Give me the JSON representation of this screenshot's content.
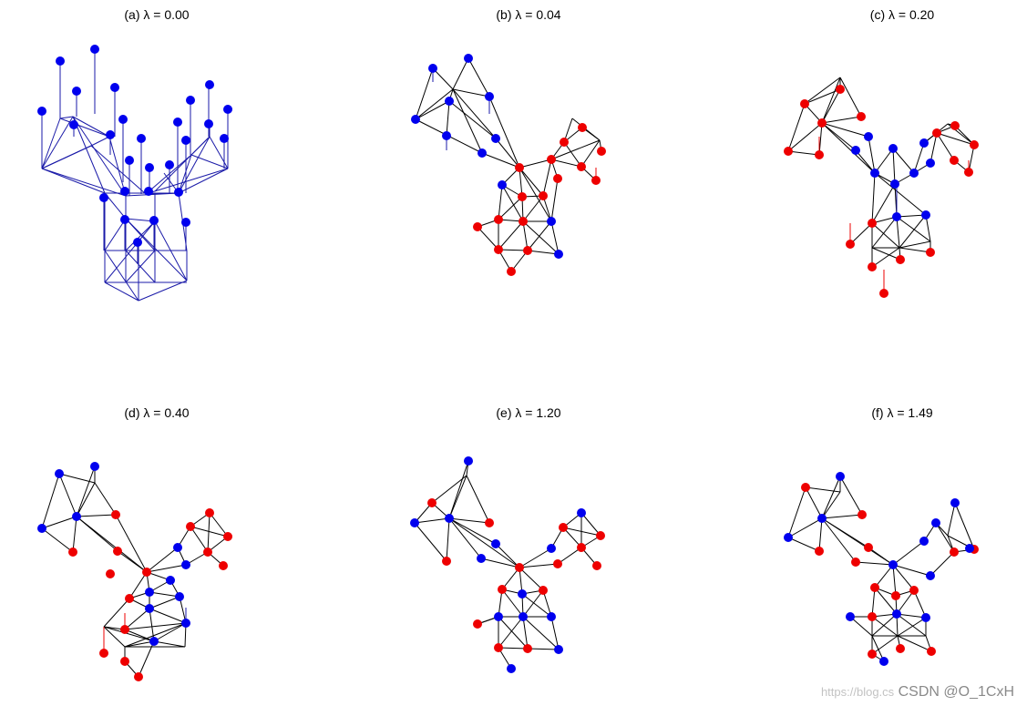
{
  "colors": {
    "blue": "#0000ee",
    "red": "#ee0000",
    "edge": "#000000",
    "blue_pendant": "#1a1aa8"
  },
  "figure": {
    "panels": [
      {
        "title": "(a) λ = 0.00"
      },
      {
        "title": "(b) λ = 0.04"
      },
      {
        "title": "(c) λ = 0.20"
      },
      {
        "title": "(d) λ = 0.40"
      },
      {
        "title": "(e) λ = 1.20"
      },
      {
        "title": "(f) λ = 1.49"
      }
    ]
  },
  "watermark": {
    "site": "https://blog.cs",
    "label": "CSDN @O_1CxH"
  }
}
